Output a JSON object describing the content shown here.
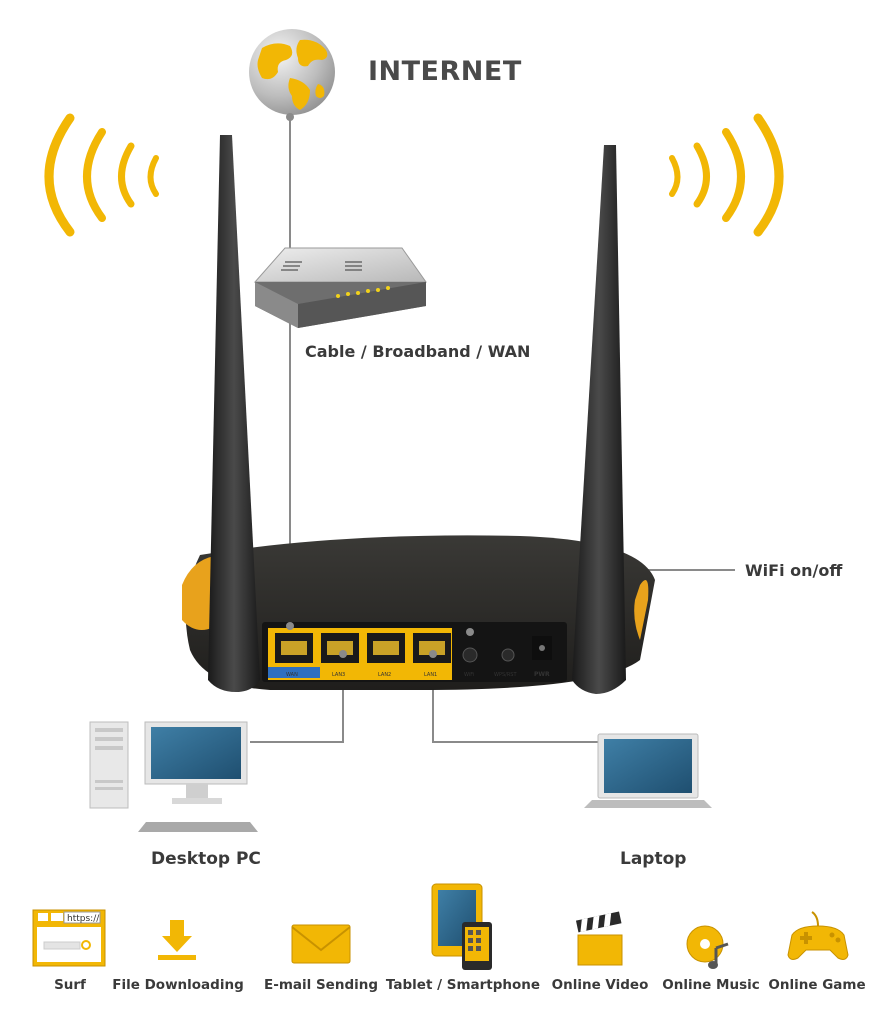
{
  "internet_label": "INTERNET",
  "modem_label": "Cable / Broadband / WAN",
  "wifi_switch_label": "WiFi on/off",
  "desktop_label": "Desktop PC",
  "laptop_label": "Laptop",
  "router_ports": {
    "wan": "WAN",
    "lan3": "LAN3",
    "lan2": "LAN2",
    "lan1": "LAN1",
    "wifi": "WiFi",
    "wps": "WPS/RST",
    "pwr": "PWR"
  },
  "browser_url": "https://",
  "applications": [
    {
      "label": "Surf",
      "icon": "browser-icon"
    },
    {
      "label": "File Downloading",
      "icon": "download-icon"
    },
    {
      "label": "E-mail Sending",
      "icon": "envelope-icon"
    },
    {
      "label": "Tablet / Smartphone",
      "icon": "tablet-phone-icon"
    },
    {
      "label": "Online Video",
      "icon": "clapperboard-icon"
    },
    {
      "label": "Online Music",
      "icon": "music-disc-icon"
    },
    {
      "label": "Online Game",
      "icon": "gamepad-icon"
    }
  ],
  "colors": {
    "accent_yellow": "#f2b705",
    "router_body": "#2b2a28",
    "router_trim": "#e8a21c",
    "wan_port_tag": "#2f6fbf",
    "connector_line": "#8a8a8a"
  }
}
